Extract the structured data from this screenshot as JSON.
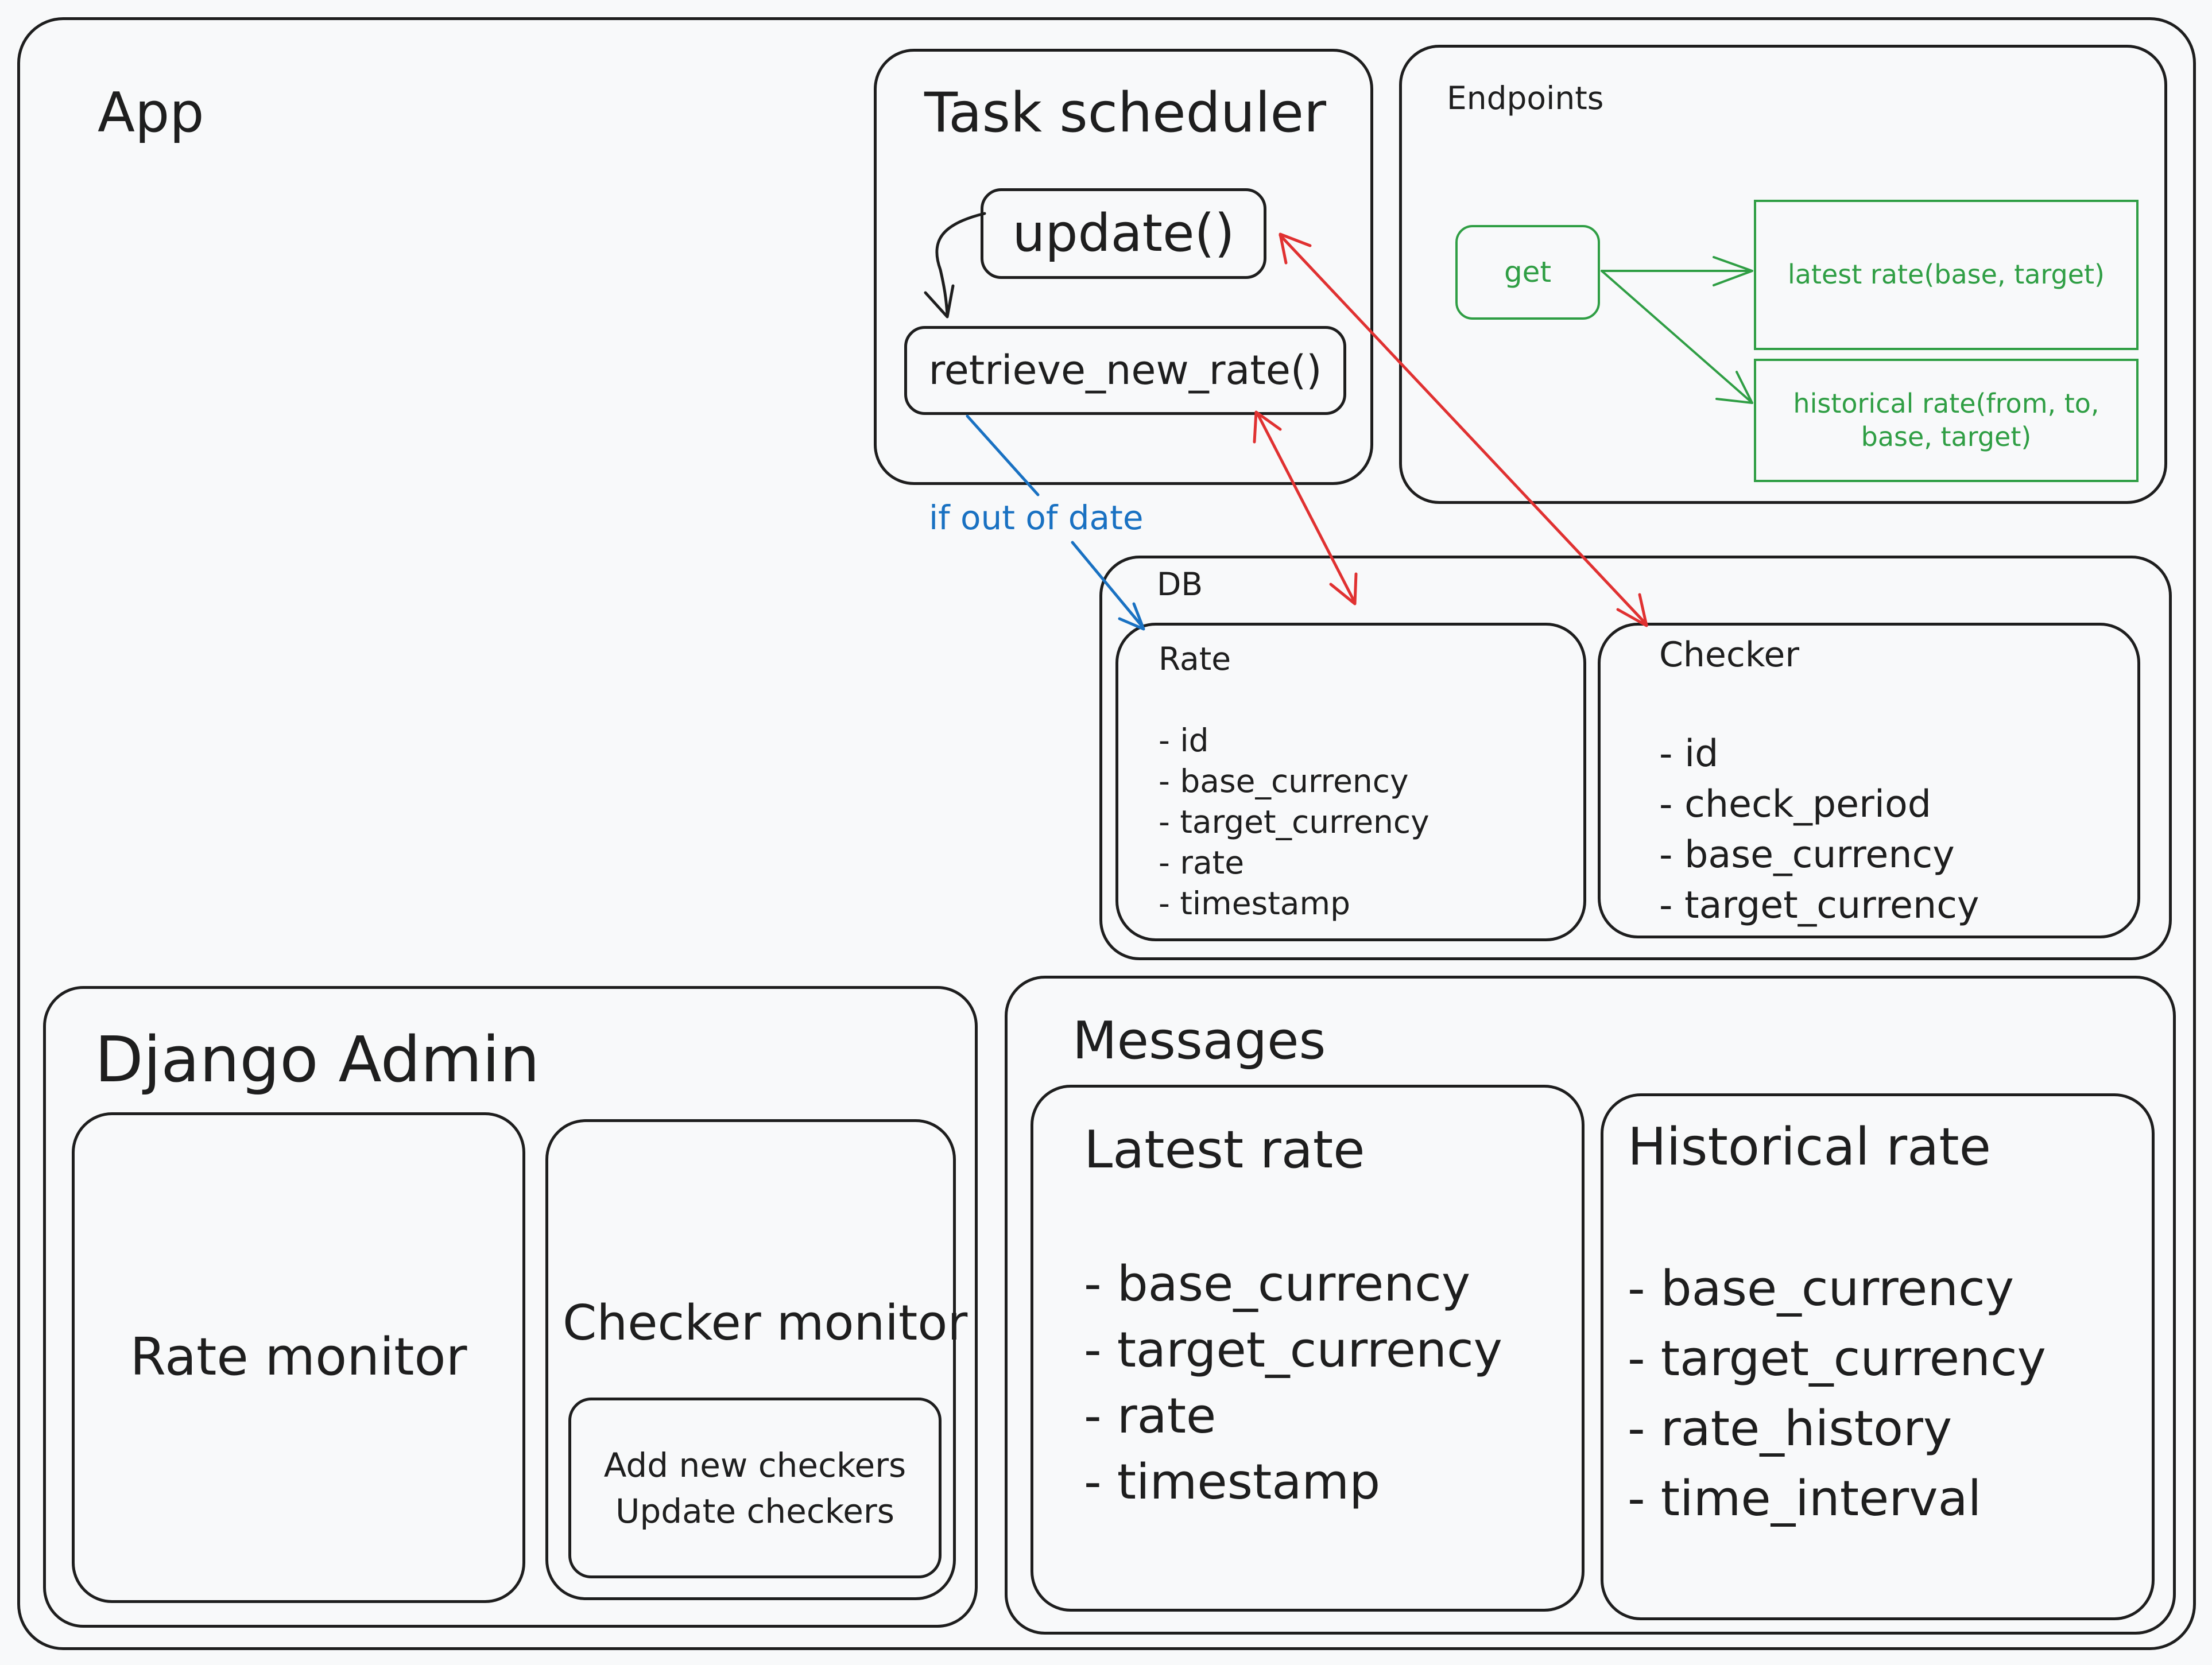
{
  "app": {
    "title": "App"
  },
  "task_scheduler": {
    "title": "Task scheduler",
    "update_fn": "update()",
    "retrieve_fn": "retrieve_new_rate()"
  },
  "endpoints": {
    "title": "Endpoints",
    "get": "get",
    "latest": "latest rate(base, target)",
    "historical": "historical rate(from, to,\nbase, target)"
  },
  "connector_label": "if out of date",
  "db": {
    "title": "DB",
    "rate": {
      "title": "Rate",
      "fields": "- id\n- base_currency\n- target_currency\n- rate\n- timestamp"
    },
    "checker": {
      "title": "Checker",
      "fields": "- id\n- check_period\n- base_currency\n- target_currency"
    }
  },
  "django_admin": {
    "title": "Django Admin",
    "rate_monitor": "Rate monitor",
    "checker_monitor": "Checker monitor",
    "checker_actions": "Add new checkers\nUpdate checkers"
  },
  "messages": {
    "title": "Messages",
    "latest": {
      "title": "Latest rate",
      "fields": "- base_currency\n- target_currency\n- rate\n- timestamp"
    },
    "historical": {
      "title": "Historical rate",
      "fields": "- base_currency\n- target_currency\n- rate_history\n- time_interval"
    }
  },
  "colors": {
    "stroke": "#1e1e1e",
    "red": "#e03131",
    "blue": "#1971c2",
    "green": "#2f9e44",
    "background": "#f8f9fa"
  }
}
